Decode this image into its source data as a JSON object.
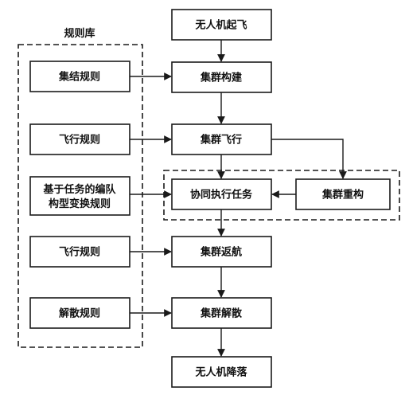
{
  "rules_library": {
    "title": "规则库",
    "items": [
      [
        "集结规则"
      ],
      [
        "飞行规则"
      ],
      [
        "基于任务的编队",
        "构型变换规则"
      ],
      [
        "飞行规则"
      ],
      [
        "解散规则"
      ]
    ]
  },
  "process": {
    "steps": [
      "无人机起飞",
      "集群构建",
      "集群飞行",
      "协同执行任务",
      "集群返航",
      "集群解散",
      "无人机降落"
    ],
    "reconfigure": "集群重构"
  }
}
